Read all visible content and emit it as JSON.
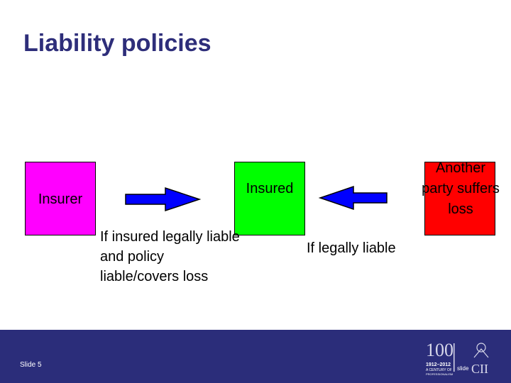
{
  "title": "Liability policies",
  "boxes": {
    "insurer": "Insurer",
    "insured": "Insured",
    "other_party": "Another party suffers loss"
  },
  "notes": {
    "insurer_condition": "If insured legally liable and policy liable/covers loss",
    "insured_condition": "If legally liable"
  },
  "footer": {
    "slide_label": "Slide 5",
    "logo_text": "1912–2012 A CENTURY OF PROFESSIONALISM",
    "logo_mark": "CII",
    "logo_overlay": "slide"
  },
  "colors": {
    "title": "#2e2e7a",
    "insurer_box": "#ff00ff",
    "insured_box": "#00ff00",
    "other_party_box": "#ff0000",
    "arrow": "#0000ff",
    "footer_band": "#2b2d7a"
  }
}
